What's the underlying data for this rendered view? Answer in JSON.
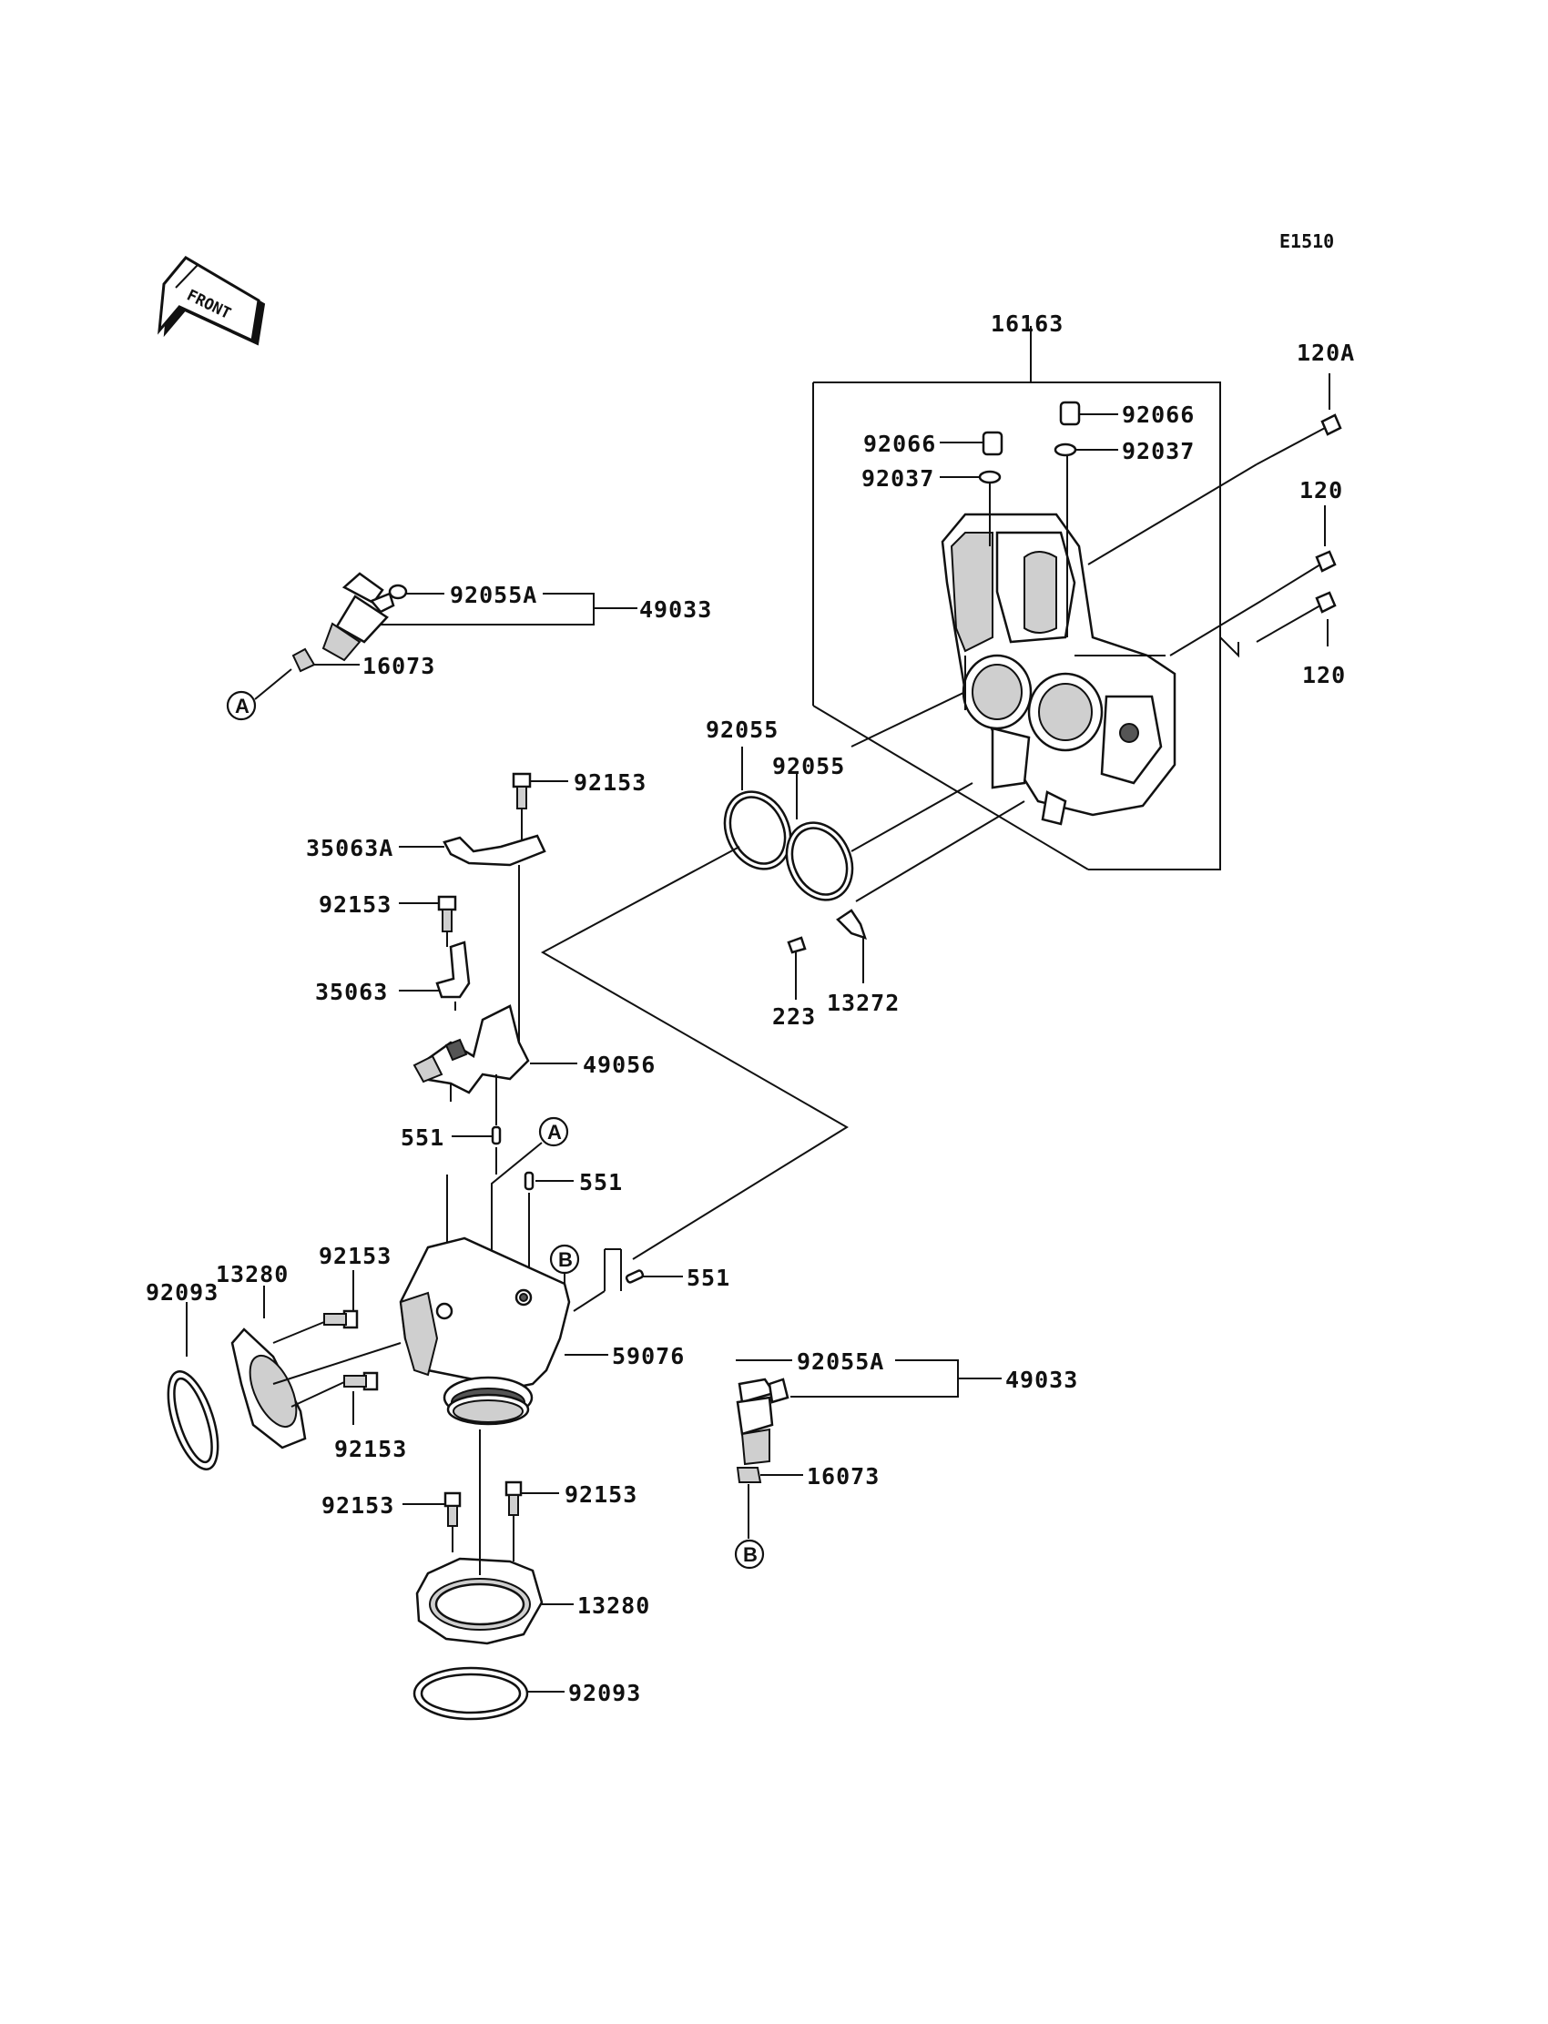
{
  "diagram_code": "E1510",
  "front_badge": "FRONT",
  "callouts": {
    "assy": "16163",
    "bolt_a": "120A",
    "bolt_1": "120",
    "bolt_2": "120",
    "cap_r": "92066",
    "clip_r": "92037",
    "cap_l": "92066",
    "clip_l": "92037",
    "oring_inj_top": "92055A",
    "injector_top": "49033",
    "bush_top": "16073",
    "oring_1": "92055",
    "oring_2": "92055",
    "bolt_bracket_a": "92153",
    "bracket_a": "35063A",
    "bolt_bracket": "92153",
    "bracket": "35063",
    "screw_223": "223",
    "clamp_13272": "13272",
    "pipe": "49056",
    "pin_1": "551",
    "pin_2": "551",
    "pin_3": "551",
    "holder_label_l": "13280",
    "bolt_top_l": "92153",
    "seal_l": "92093",
    "manifold": "59076",
    "bolt_mid_l": "92153",
    "oring_inj_bot": "92055A",
    "injector_bot": "49033",
    "bush_bot": "16073",
    "bolt_low_l": "92153",
    "bolt_low_r": "92153",
    "holder_bottom": "13280",
    "seal_bottom": "92093"
  },
  "refs": {
    "a": "A",
    "b": "B"
  }
}
